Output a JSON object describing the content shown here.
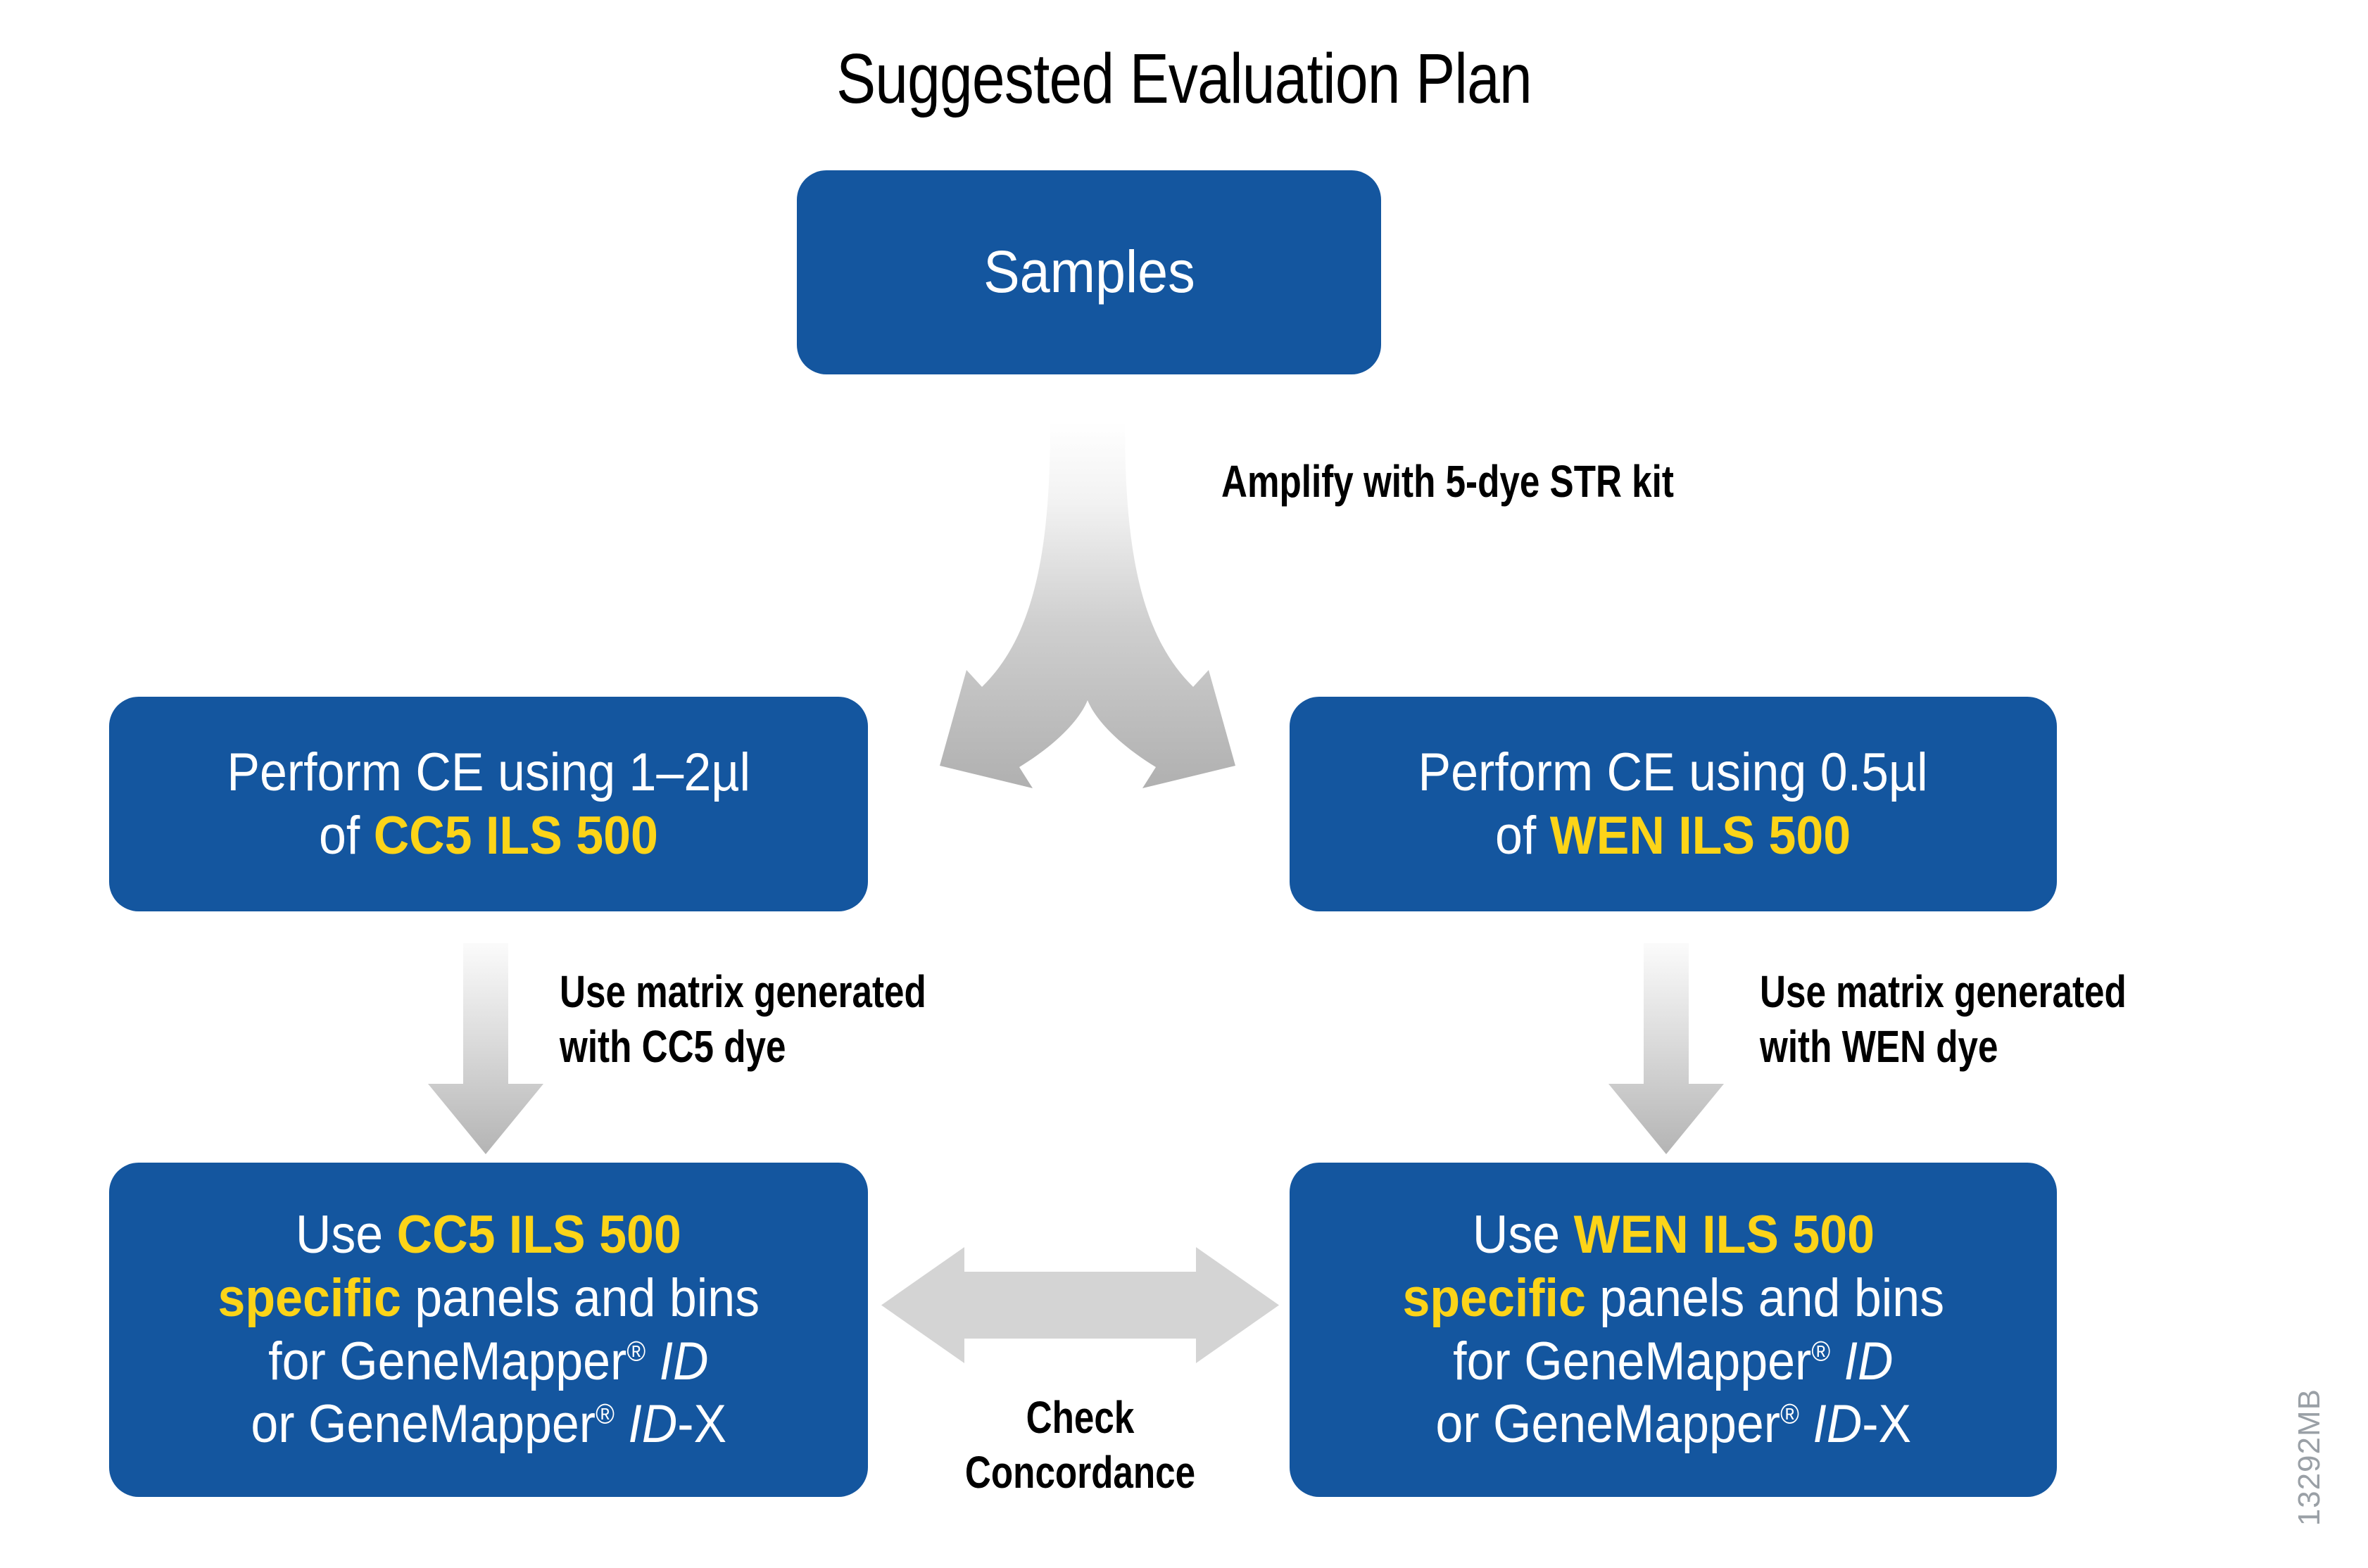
{
  "page": {
    "title": "Suggested Evaluation Plan",
    "doc_code": "13292MB",
    "background": "#ffffff"
  },
  "colors": {
    "box_blue": "#14569f",
    "highlight_yellow": "#fcd418",
    "box_text": "#ffffff",
    "label_text": "#000000",
    "arrow_gray": "#b3b3b3",
    "arrow_gray_light": "#d4d4d4",
    "doc_code_gray": "#9aa0a6"
  },
  "nodes": {
    "samples": {
      "id": "samples",
      "label": "Samples"
    },
    "ce_left": {
      "id": "perform-ce-cc5",
      "line1": "Perform CE using 1–2µl",
      "line2_prefix": "of ",
      "line2_highlight": "CC5 ILS 500"
    },
    "ce_right": {
      "id": "perform-ce-wen",
      "line1": "Perform CE using 0.5µl",
      "line2_prefix": "of ",
      "line2_highlight": "WEN ILS 500"
    },
    "panels_left": {
      "id": "panels-bins-cc5",
      "line1_prefix": "Use ",
      "line1_highlight": "CC5 ILS 500",
      "line2_highlight": "specific",
      "line2_suffix": " panels and bins",
      "line3_prefix": "for GeneMapper",
      "line3_reg": "®",
      "line3_italic": "ID",
      "line4_prefix": "or GeneMapper",
      "line4_reg": "®",
      "line4_italic": "ID",
      "line4_suffix": "-X"
    },
    "panels_right": {
      "id": "panels-bins-wen",
      "line1_prefix": "Use ",
      "line1_highlight": "WEN ILS 500",
      "line2_highlight": "specific",
      "line2_suffix": " panels and bins",
      "line3_prefix": "for GeneMapper",
      "line3_reg": "®",
      "line3_italic": "ID",
      "line4_prefix": "or GeneMapper",
      "line4_reg": "®",
      "line4_italic": "ID",
      "line4_suffix": "-X"
    }
  },
  "connectors": {
    "amplify": {
      "icon": "split-arrow-down-icon",
      "label": "Amplify with 5-dye STR kit"
    },
    "matrix_left": {
      "icon": "arrow-down-icon",
      "line1": "Use matrix generated",
      "line2": "with CC5 dye"
    },
    "matrix_right": {
      "icon": "arrow-down-icon",
      "line1": "Use matrix generated",
      "line2": "with WEN dye"
    },
    "concordance": {
      "icon": "double-headed-arrow-icon",
      "line1": "Check",
      "line2": "Concordance"
    }
  }
}
